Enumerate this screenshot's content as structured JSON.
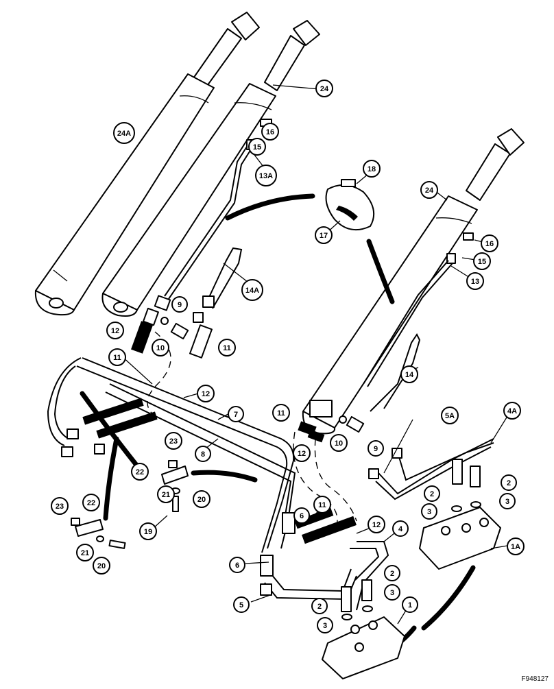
{
  "diagram": {
    "figure_code": "F948127",
    "callouts": [
      {
        "id": "c24a-top",
        "label": "24A"
      },
      {
        "id": "c24-top",
        "label": "24"
      },
      {
        "id": "c16-top",
        "label": "16"
      },
      {
        "id": "c15-top",
        "label": "15"
      },
      {
        "id": "c13a",
        "label": "13A"
      },
      {
        "id": "c18",
        "label": "18"
      },
      {
        "id": "c17",
        "label": "17"
      },
      {
        "id": "c24-right",
        "label": "24"
      },
      {
        "id": "c16-right",
        "label": "16"
      },
      {
        "id": "c15-right",
        "label": "15"
      },
      {
        "id": "c13",
        "label": "13"
      },
      {
        "id": "c14a",
        "label": "14A"
      },
      {
        "id": "c9-top",
        "label": "9"
      },
      {
        "id": "c12-top",
        "label": "12"
      },
      {
        "id": "c10-top",
        "label": "10"
      },
      {
        "id": "c11-top",
        "label": "11"
      },
      {
        "id": "c14",
        "label": "14"
      },
      {
        "id": "c11-left",
        "label": "11"
      },
      {
        "id": "c12-left",
        "label": "12"
      },
      {
        "id": "c7",
        "label": "7"
      },
      {
        "id": "c8",
        "label": "8"
      },
      {
        "id": "c11-mid",
        "label": "11"
      },
      {
        "id": "c12-mid",
        "label": "12"
      },
      {
        "id": "c10-mid",
        "label": "10"
      },
      {
        "id": "c9-mid",
        "label": "9"
      },
      {
        "id": "c5a",
        "label": "5A"
      },
      {
        "id": "c4a",
        "label": "4A"
      },
      {
        "id": "c23-mid",
        "label": "23"
      },
      {
        "id": "c22-mid",
        "label": "22"
      },
      {
        "id": "c21-mid",
        "label": "21"
      },
      {
        "id": "c20-mid",
        "label": "20"
      },
      {
        "id": "c2-right-a",
        "label": "2"
      },
      {
        "id": "c2-right-b",
        "label": "2"
      },
      {
        "id": "c3-right-a",
        "label": "3"
      },
      {
        "id": "c3-right-b",
        "label": "3"
      },
      {
        "id": "c1a",
        "label": "1A"
      },
      {
        "id": "c23-left",
        "label": "23"
      },
      {
        "id": "c22-left",
        "label": "22"
      },
      {
        "id": "c21-left",
        "label": "21"
      },
      {
        "id": "c20-left",
        "label": "20"
      },
      {
        "id": "c19",
        "label": "19"
      },
      {
        "id": "c6-a",
        "label": "6"
      },
      {
        "id": "c6-b",
        "label": "6"
      },
      {
        "id": "c11-low",
        "label": "11"
      },
      {
        "id": "c12-low",
        "label": "12"
      },
      {
        "id": "c4",
        "label": "4"
      },
      {
        "id": "c5",
        "label": "5"
      },
      {
        "id": "c2-low-a",
        "label": "2"
      },
      {
        "id": "c2-low-b",
        "label": "2"
      },
      {
        "id": "c3-low-a",
        "label": "3"
      },
      {
        "id": "c3-low-b",
        "label": "3"
      },
      {
        "id": "c1",
        "label": "1"
      }
    ]
  }
}
